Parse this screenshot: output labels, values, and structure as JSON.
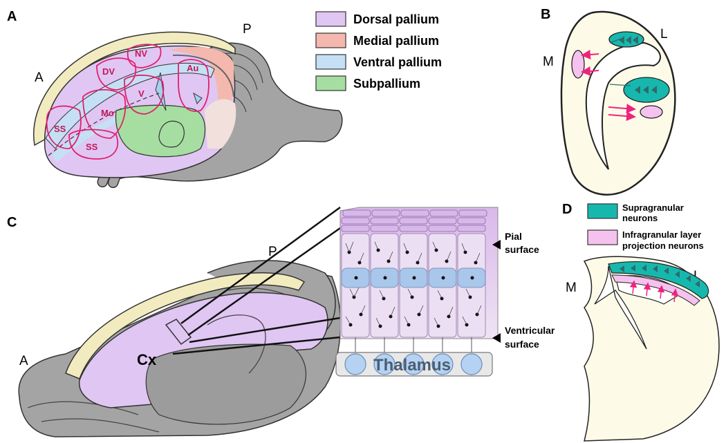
{
  "panels": {
    "a": {
      "letter": "A",
      "anterior": "A",
      "posterior": "P",
      "regions": {
        "ss1": "SS",
        "ss2": "SS",
        "mo": "Mo",
        "dv": "DV",
        "nv": "NV",
        "v": "V",
        "au": "Au"
      }
    },
    "b": {
      "letter": "B",
      "medial": "M",
      "lateral": "L"
    },
    "c": {
      "letter": "C",
      "anterior": "A",
      "posterior": "P",
      "cortex_label": "Cx",
      "pial": [
        "Pial",
        "surface"
      ],
      "ventricular": [
        "Ventricular",
        "surface"
      ],
      "thalamus": "Thalamus"
    },
    "d": {
      "letter": "D",
      "medial": "M",
      "lateral": "L"
    }
  },
  "legend_main": [
    {
      "label": "Dorsal pallium",
      "color": "#e0c6f3"
    },
    {
      "label": "Medial pallium",
      "color": "#f4b8ae"
    },
    {
      "label": "Ventral pallium",
      "color": "#c5e0f5"
    },
    {
      "label": "Subpallium",
      "color": "#a6dea1"
    }
  ],
  "legend_neurons": [
    {
      "lines": [
        "Supragranular",
        "neurons"
      ],
      "color": "#16b8ae"
    },
    {
      "lines": [
        "Infragranular layer",
        "projection neurons"
      ],
      "color": "#f5c2ef"
    }
  ],
  "colors": {
    "brain_gray": "#a4a4a4",
    "cream": "#f2ebbf",
    "pallium": "#e0c6f3",
    "region_outline": "#e0206e",
    "arrow": "#f02280",
    "teal": "#16b8ae",
    "column_blue": "#9ec2ea"
  }
}
